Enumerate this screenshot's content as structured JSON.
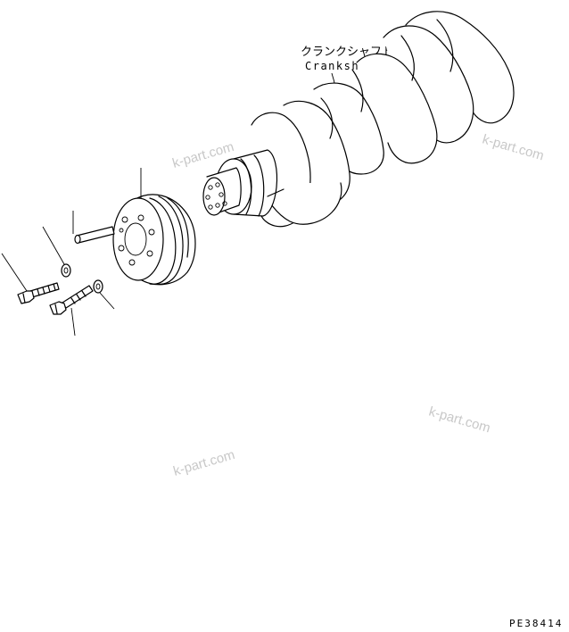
{
  "diagram": {
    "crankshaft_label_jp": "クランクシャフト",
    "crankshaft_label_en": "Crankshaft",
    "watermarks": [
      "k-part.com",
      "k-part.com",
      "k-part.com",
      "k-part.com"
    ],
    "drawing_code": "PE38414"
  }
}
